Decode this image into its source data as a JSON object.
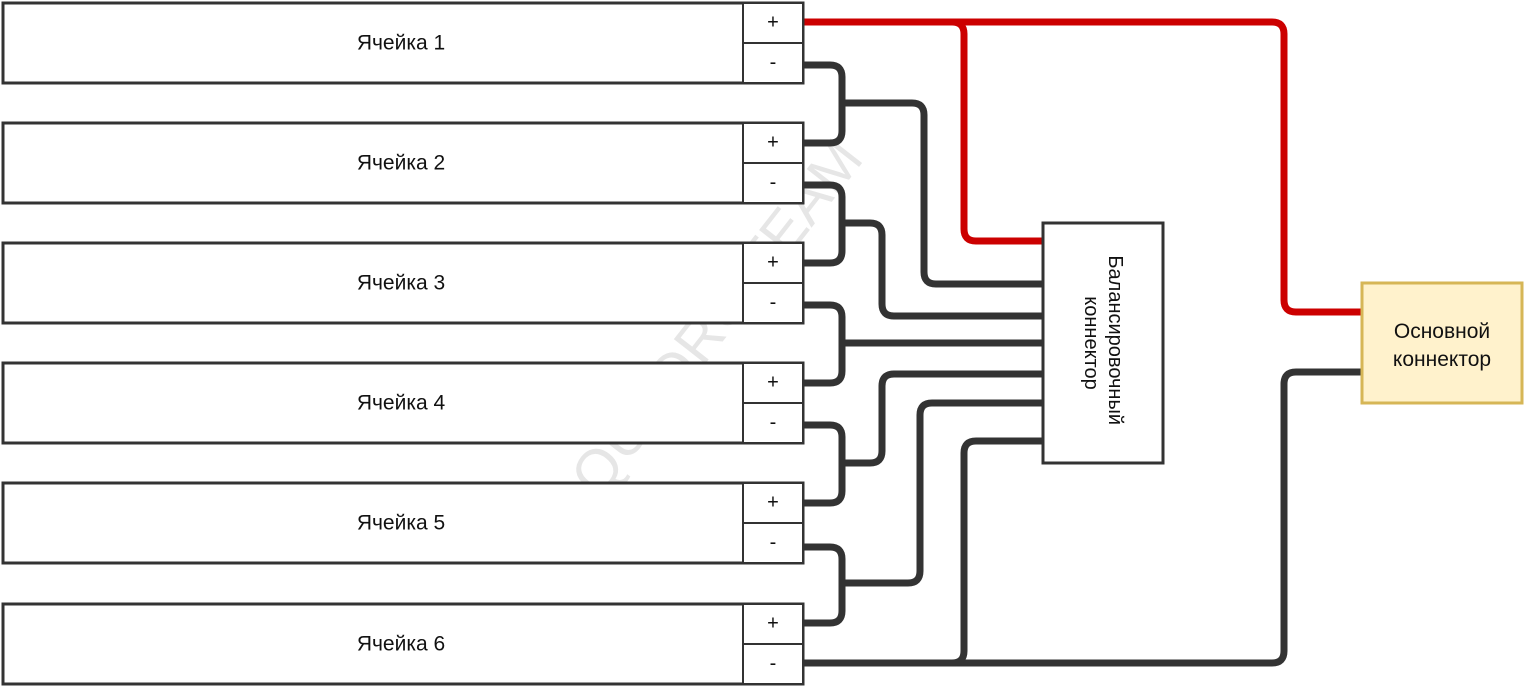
{
  "watermark": "QUADRO.TEAM",
  "cells": [
    {
      "label": "Ячейка 1",
      "plus": "+",
      "minus": "-"
    },
    {
      "label": "Ячейка 2",
      "plus": "+",
      "minus": "-"
    },
    {
      "label": "Ячейка 3",
      "plus": "+",
      "minus": "-"
    },
    {
      "label": "Ячейка 4",
      "plus": "+",
      "minus": "-"
    },
    {
      "label": "Ячейка 5",
      "plus": "+",
      "minus": "-"
    },
    {
      "label": "Ячейка 6",
      "plus": "+",
      "minus": "-"
    }
  ],
  "balance_connector": {
    "line1": "Балансировочный",
    "line2": "коннектор"
  },
  "main_connector": {
    "line1": "Основной",
    "line2": "коннектор"
  },
  "colors": {
    "positive_wire": "#cc0000",
    "negative_wire": "#333333",
    "main_connector_fill": "#fff2cc",
    "main_connector_border": "#d6b656"
  }
}
